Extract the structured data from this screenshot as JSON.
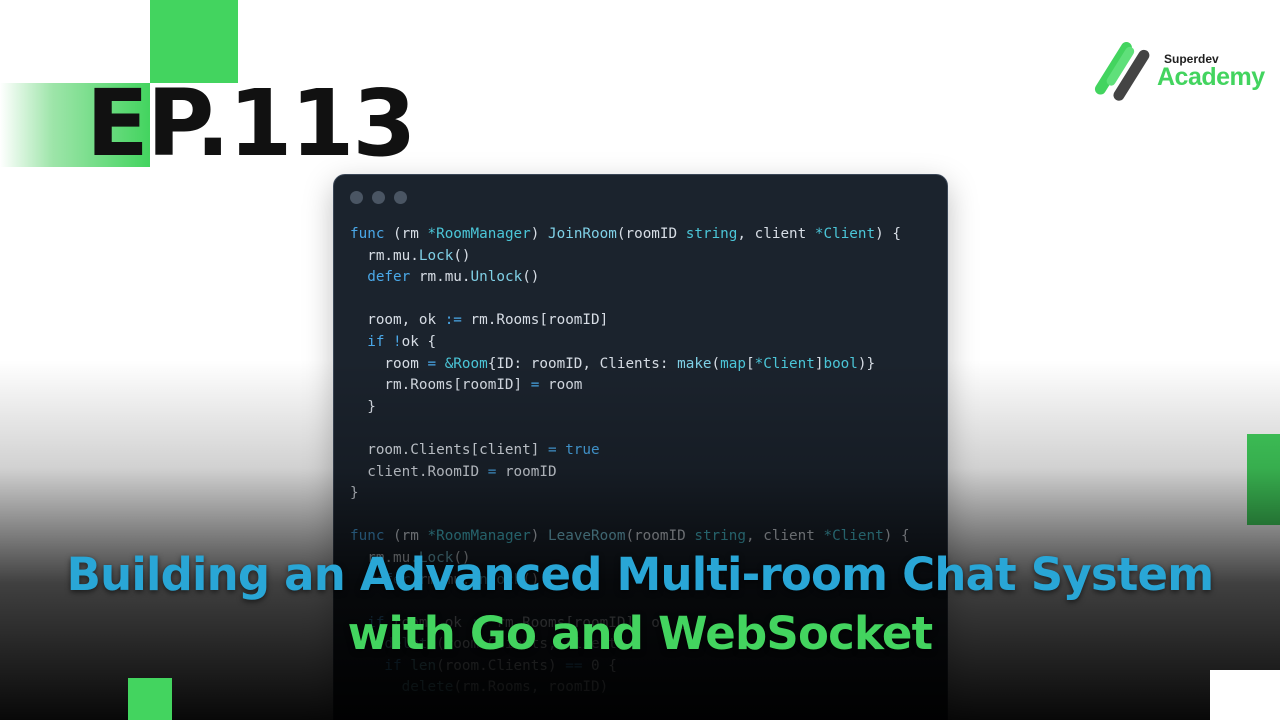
{
  "episode": "EP.113",
  "logo": {
    "small_text": "Superdev",
    "big_text": "Academy",
    "icon": "superdev-slash-mark-icon"
  },
  "headline": {
    "line1": "Building an Advanced Multi-room Chat System",
    "line2": "with Go and WebSocket"
  },
  "code_window": {
    "lines": [
      [
        [
          "kw",
          "func"
        ],
        [
          "plain",
          " (rm "
        ],
        [
          "type",
          "*RoomManager"
        ],
        [
          "plain",
          ") "
        ],
        [
          "fn",
          "JoinRoom"
        ],
        [
          "plain",
          "(roomID "
        ],
        [
          "type",
          "string"
        ],
        [
          "plain",
          ", client "
        ],
        [
          "type",
          "*Client"
        ],
        [
          "plain",
          ") {"
        ]
      ],
      [
        [
          "plain",
          "  rm.mu."
        ],
        [
          "fn",
          "Lock"
        ],
        [
          "plain",
          "()"
        ]
      ],
      [
        [
          "kw",
          "  defer"
        ],
        [
          "plain",
          " rm.mu."
        ],
        [
          "fn",
          "Unlock"
        ],
        [
          "plain",
          "()"
        ]
      ],
      [
        [
          "plain",
          ""
        ]
      ],
      [
        [
          "plain",
          "  room, ok "
        ],
        [
          "op",
          ":="
        ],
        [
          "plain",
          " rm.Rooms[roomID]"
        ]
      ],
      [
        [
          "kw",
          "  if"
        ],
        [
          "plain",
          " "
        ],
        [
          "op",
          "!"
        ],
        [
          "plain",
          "ok {"
        ]
      ],
      [
        [
          "plain",
          "    room "
        ],
        [
          "op",
          "="
        ],
        [
          "plain",
          " "
        ],
        [
          "type",
          "&Room"
        ],
        [
          "plain",
          "{ID: roomID, Clients: "
        ],
        [
          "fn",
          "make"
        ],
        [
          "plain",
          "("
        ],
        [
          "type",
          "map"
        ],
        [
          "plain",
          "["
        ],
        [
          "type",
          "*Client"
        ],
        [
          "plain",
          "]"
        ],
        [
          "type",
          "bool"
        ],
        [
          "plain",
          ")}"
        ]
      ],
      [
        [
          "plain",
          "    rm.Rooms[roomID] "
        ],
        [
          "op",
          "="
        ],
        [
          "plain",
          " room"
        ]
      ],
      [
        [
          "plain",
          "  }"
        ]
      ],
      [
        [
          "plain",
          ""
        ]
      ],
      [
        [
          "plain",
          "  room.Clients[client] "
        ],
        [
          "op",
          "="
        ],
        [
          "plain",
          " "
        ],
        [
          "kw",
          "true"
        ]
      ],
      [
        [
          "plain",
          "  client.RoomID "
        ],
        [
          "op",
          "="
        ],
        [
          "plain",
          " roomID"
        ]
      ],
      [
        [
          "plain",
          "}"
        ]
      ],
      [
        [
          "plain",
          ""
        ]
      ],
      [
        [
          "kw",
          "func"
        ],
        [
          "plain",
          " (rm "
        ],
        [
          "type",
          "*RoomManager"
        ],
        [
          "plain",
          ") "
        ],
        [
          "fn",
          "LeaveRoom"
        ],
        [
          "plain",
          "(roomID "
        ],
        [
          "type",
          "string"
        ],
        [
          "plain",
          ", client "
        ],
        [
          "type",
          "*Client"
        ],
        [
          "plain",
          ") {"
        ]
      ],
      [
        [
          "plain",
          "  rm.mu."
        ],
        [
          "fn",
          "Lock"
        ],
        [
          "plain",
          "()"
        ]
      ],
      [
        [
          "kw",
          "  defer"
        ],
        [
          "plain",
          " rm.mu."
        ],
        [
          "fn",
          "Unlock"
        ],
        [
          "plain",
          "()"
        ]
      ],
      [
        [
          "plain",
          ""
        ]
      ],
      [
        [
          "kw",
          "  if"
        ],
        [
          "plain",
          " room, ok "
        ],
        [
          "op",
          ":="
        ],
        [
          "plain",
          " rm.Rooms[roomID]; ok {"
        ]
      ],
      [
        [
          "plain",
          "    "
        ],
        [
          "fn",
          "delete"
        ],
        [
          "plain",
          "(room.Clients, client)"
        ]
      ],
      [
        [
          "kw",
          "    if"
        ],
        [
          "plain",
          " "
        ],
        [
          "fn",
          "len"
        ],
        [
          "plain",
          "(room.Clients) "
        ],
        [
          "op",
          "=="
        ],
        [
          "plain",
          " 0 {"
        ]
      ],
      [
        [
          "plain",
          "      "
        ],
        [
          "fn",
          "delete"
        ],
        [
          "plain",
          "(rm.Rooms, roomID)"
        ]
      ]
    ]
  },
  "colors": {
    "green_accent": "#43d45f",
    "blue_accent": "#29a6d6",
    "code_bg": "#1b232d"
  }
}
